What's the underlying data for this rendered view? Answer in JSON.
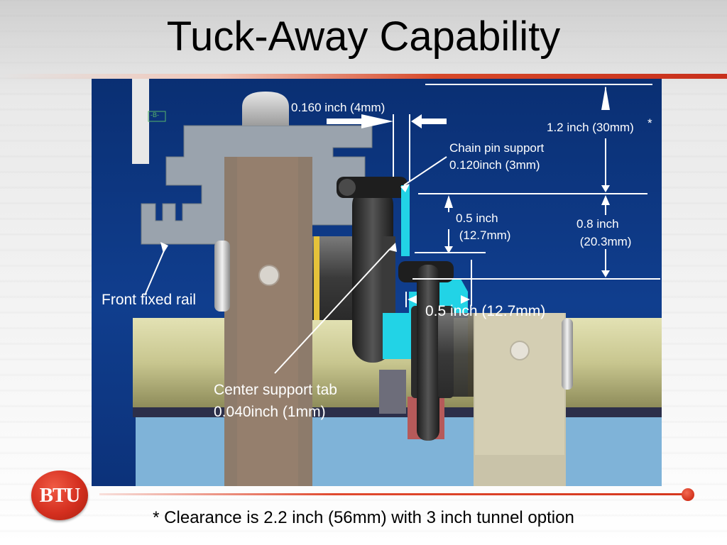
{
  "slide": {
    "title": "Tuck-Away Capability",
    "footnote": "* Clearance is 2.2 inch (56mm) with 3 inch tunnel option"
  },
  "logo": {
    "text": "BTU"
  },
  "diagram": {
    "small_tag": "-B-",
    "labels": {
      "gap_160": "0.160 inch (4mm)",
      "clearance_1_2": "1.2 inch (30mm)",
      "asterisk": "*",
      "chain_pin_support_line1": "Chain pin support",
      "chain_pin_support_line2": "0.120inch (3mm)",
      "half_inch_a_line1": "0.5 inch",
      "half_inch_a_line2": " (12.7mm)",
      "point_eight_line1": "0.8 inch",
      "point_eight_line2": " (20.3mm)",
      "half_inch_b": "0.5 inch (12.7mm)",
      "front_fixed_rail": "Front fixed rail",
      "center_support_line1": "Center support tab",
      "center_support_line2": "0.040inch (1mm)"
    }
  },
  "colors": {
    "accent_red": "#d3321c",
    "panel_blue": "#0e3a88",
    "rail_gray": "#9aa3ad",
    "post_brown": "#8d7b6b",
    "cyan_tab": "#22d3e6",
    "shaft_olive": "#c9c78e",
    "base_lightblue": "#7fb3d8"
  }
}
